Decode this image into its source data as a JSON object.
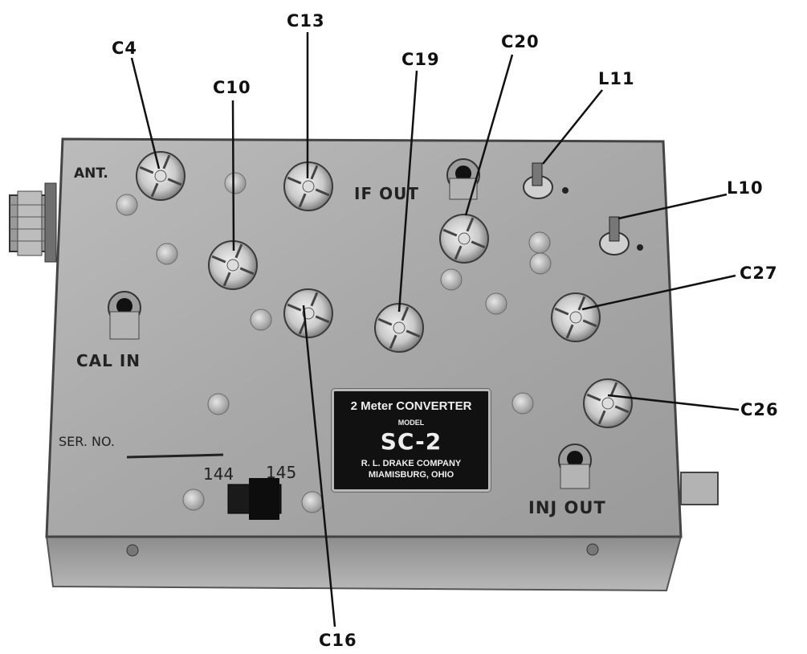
{
  "callouts": {
    "c4": "C4",
    "c13": "C13",
    "c19": "C19",
    "c20": "C20",
    "l11": "L11",
    "c10": "C10",
    "l10": "L10",
    "c27": "C27",
    "c26": "C26",
    "c16": "C16"
  },
  "panel": {
    "ant": "ANT.",
    "if_out": "IF OUT",
    "cal_in": "CAL IN",
    "ser_no": "SER. NO.",
    "inj_out": "INJ OUT",
    "switch_left": "144",
    "switch_right": "145"
  },
  "nameplate": {
    "line1": "2 Meter CONVERTER",
    "line2": "MODEL",
    "line3": "SC-2",
    "line4": "R. L. DRAKE COMPANY",
    "line5": "MIAMISBURG, OHIO"
  }
}
